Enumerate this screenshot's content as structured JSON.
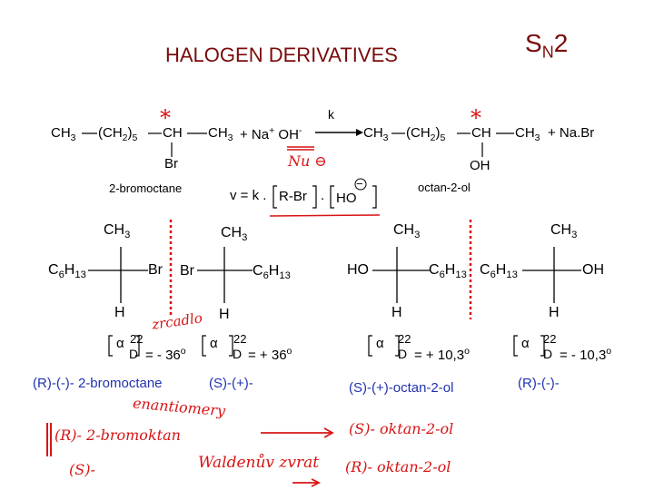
{
  "title": "HALOGEN DERIVATIVES",
  "sn2": {
    "main": "S",
    "sub": "N",
    "num": "2"
  },
  "reaction": {
    "r_ch3": "CH",
    "r_ch2": "(CH",
    "r_ch2_close": ")",
    "sub3": "3",
    "sub2": "2",
    "sub5": "5",
    "ch": "CH",
    "r_ch3_right": "CH",
    "plus_na": "+ Na",
    "sup_plus": "+",
    "oh": "OH",
    "sup_minus": "-",
    "k": "k",
    "p_ch3": "CH",
    "p_ch2": "(CH",
    "p_ch": "CH",
    "p_ch3_right": "CH",
    "plus_nabr": "+ Na.Br",
    "br": "Br",
    "oh_product": "OH",
    "name_reactant": "2-bromoctane",
    "name_product": "octan-2-ol",
    "rate_prefix": "v = k .",
    "rate_rbr": "R-Br",
    "rate_dot": ".",
    "rate_ho": "HO",
    "rate_minus_circle": "−"
  },
  "fischer": {
    "ch3": "CH",
    "sub3": "3",
    "c6h13": "C",
    "c6_sub": "6",
    "h13": "H",
    "h13_sub": "13",
    "br": "Br",
    "ho": "HO",
    "oh": "OH",
    "h": "H"
  },
  "rotations": {
    "alpha": "α",
    "temp": "22",
    "d": "D",
    "r1": "= - 36",
    "r2": "= + 36",
    "r3": "= + 10,3",
    "r4": "= - 10,3",
    "deg": "o"
  },
  "labels": {
    "l1": "(R)-(-)- 2-bromoctane",
    "l2": "(S)-(+)-",
    "l3": "(S)-(+)-octan-2-ol",
    "l4": "(R)-(-)-"
  },
  "handwriting": {
    "star": "*",
    "nu": "Nu",
    "nu_charge": "⊖",
    "mirror": "zrcadlo",
    "enantiomers": "enantiomery",
    "n1": "(R)- 2-bromoktan",
    "n2": "(S)-",
    "n3": "(S)- oktan-2-ol",
    "n4": "(R)- oktan-2-ol",
    "walden": "Waldenův zvrat"
  },
  "colors": {
    "title": "#7a0b0b",
    "label_blue": "#2233b0",
    "annotation_red": "#d81414"
  }
}
